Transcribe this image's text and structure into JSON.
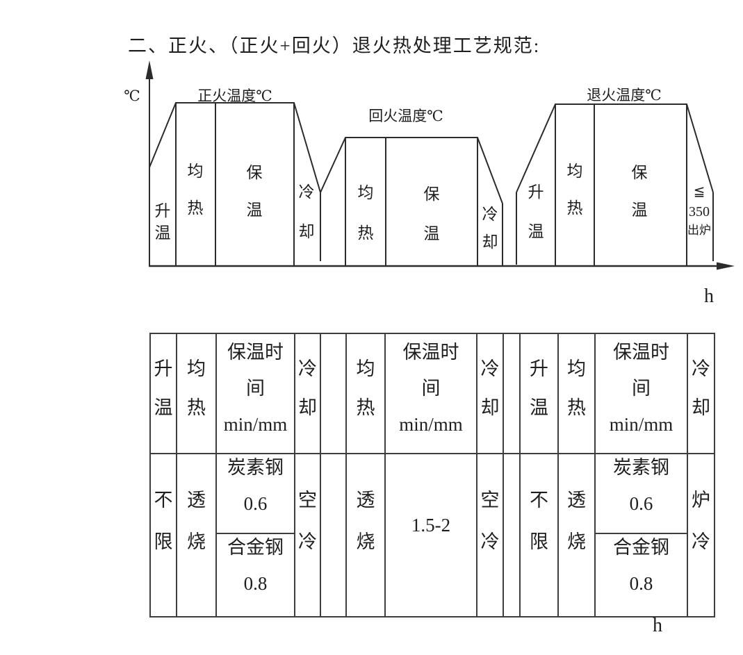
{
  "title": "二、正火、（正火+回火）退火热处理工艺规范:",
  "diagram": {
    "y_axis_label": "℃",
    "x_axis_label": "h",
    "normalizing_temp": "正火温度℃",
    "tempering_temp": "回火温度℃",
    "annealing_temp": "退火温度℃",
    "seg1_heatup": "升\n温",
    "seg1_soak": "均\n热",
    "seg1_hold": "保\n温",
    "seg1_cool": "冷\n却",
    "seg2_soak": "均\n热",
    "seg2_hold": "保\n温",
    "seg2_cool": "冷\n却",
    "seg3_heatup": "升\n温",
    "seg3_soak": "均\n热",
    "seg3_hold": "保\n温",
    "seg3_exit_limit": "≦\n350",
    "seg3_exit_text": "出炉"
  },
  "table": {
    "header": [
      "升\n温",
      "均\n热",
      "保温时\n间\nmin/mm",
      "冷\n却",
      "",
      "均\n热",
      "保温时\n间\nmin/mm",
      "冷\n却",
      "",
      "升\n温",
      "均\n热",
      "保温时\n间\nmin/mm",
      "冷\n却"
    ],
    "body": {
      "heatup1": "不\n限",
      "soak1": "透\n烧",
      "carbon1": "炭素钢\n0.6",
      "alloy1": "合金钢\n0.8",
      "cool1": "空\n冷",
      "spacer1": "",
      "soak2": "透\n烧",
      "hold2": "1.5-2",
      "cool2": "空\n冷",
      "spacer2": "",
      "heatup3": "不\n限",
      "soak3": "透\n烧",
      "carbon3": "炭素钢\n0.6",
      "alloy3": "合金钢\n0.8",
      "cool3": "炉\n冷"
    },
    "footer": "h"
  }
}
